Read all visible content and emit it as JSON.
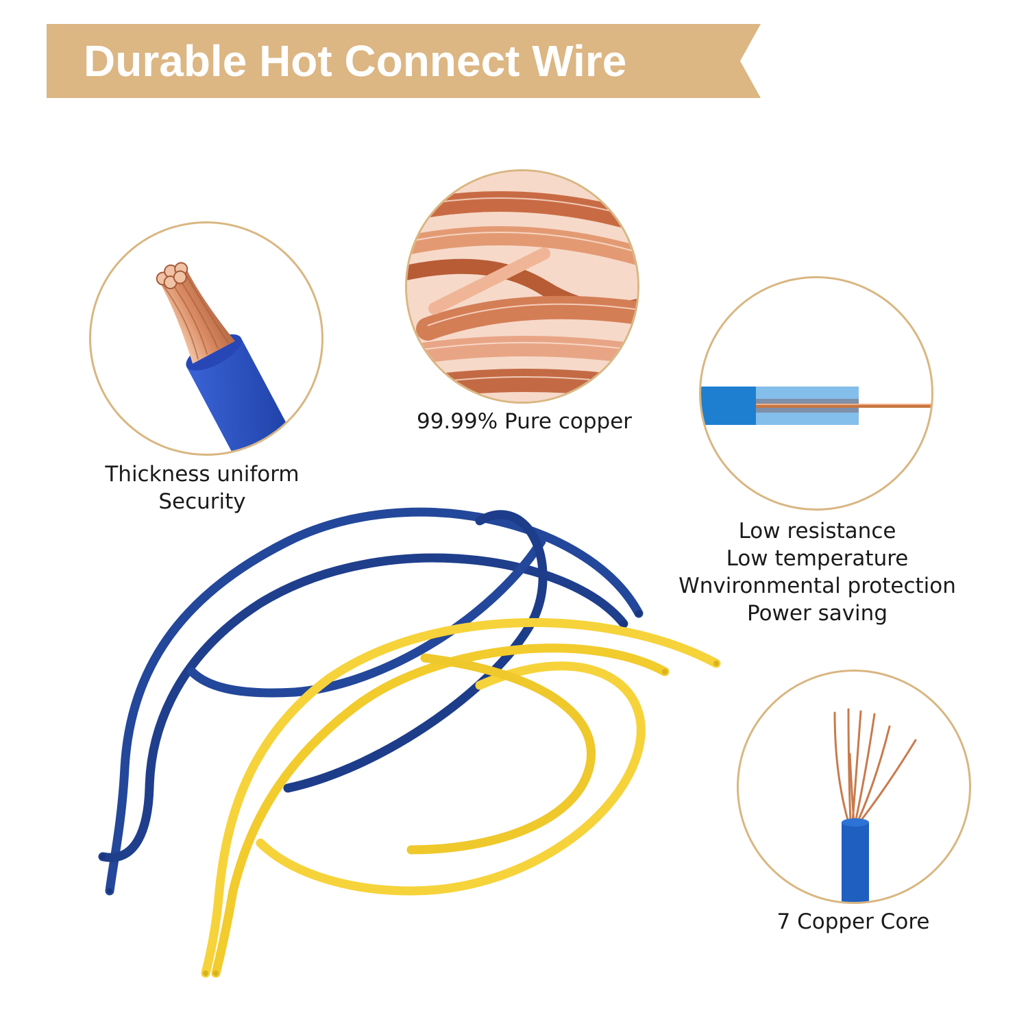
{
  "banner": {
    "title": "Durable Hot Connect Wire",
    "color": "#dcb683"
  },
  "features": {
    "thickness": {
      "lines": [
        "Thickness uniform",
        "Security"
      ],
      "icon": "stranded-wire-end-icon"
    },
    "copper": {
      "lines": [
        "99.99% Pure copper"
      ],
      "icon": "copper-strands-closeup-icon"
    },
    "resistance": {
      "lines": [
        "Low resistance",
        "Low temperature",
        "Wnvironmental protection",
        "Power saving"
      ],
      "icon": "insulated-wire-cutaway-icon"
    },
    "core": {
      "lines": [
        "7 Copper Core"
      ],
      "icon": "seven-core-wire-icon"
    }
  },
  "colors": {
    "circle_border": "#d9b681",
    "blue_wire": "#23479a",
    "yellow_wire": "#f6d33a",
    "copper": "#d98a62"
  }
}
